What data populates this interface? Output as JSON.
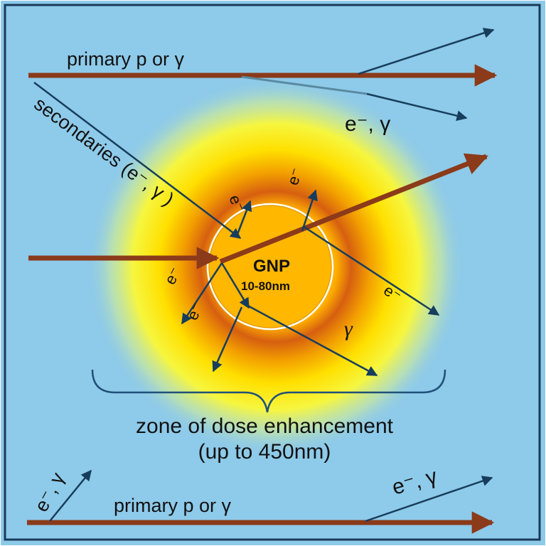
{
  "labels": {
    "primary_top": "primary p or γ",
    "primary_bottom": "primary p or γ",
    "secondaries": "secondaries (e⁻, γ )",
    "e_gamma_top_right": "e⁻, γ",
    "e_gamma_bottom_left": "e⁻, γ",
    "e_gamma_bottom_right": "e⁻, γ",
    "gnp_title": "GNP",
    "gnp_size": "10-80nm",
    "electron": "e⁻",
    "gamma": "γ",
    "zone_line1": "zone of dose enhancement",
    "zone_line2": "(up to 450nm)"
  },
  "colors": {
    "background": "#8ecae9",
    "frame": "#1a3a5a",
    "primary_arrow": "#8b3a1a",
    "secondary_arrow": "#173d5c",
    "gnp_fill": "#ffb700",
    "gnp_edge": "#9a5a00",
    "halo_inner": "#d97a00",
    "halo_mid": "#ffd000",
    "halo_outer": "#f4f43a",
    "brace": "#20507a"
  }
}
